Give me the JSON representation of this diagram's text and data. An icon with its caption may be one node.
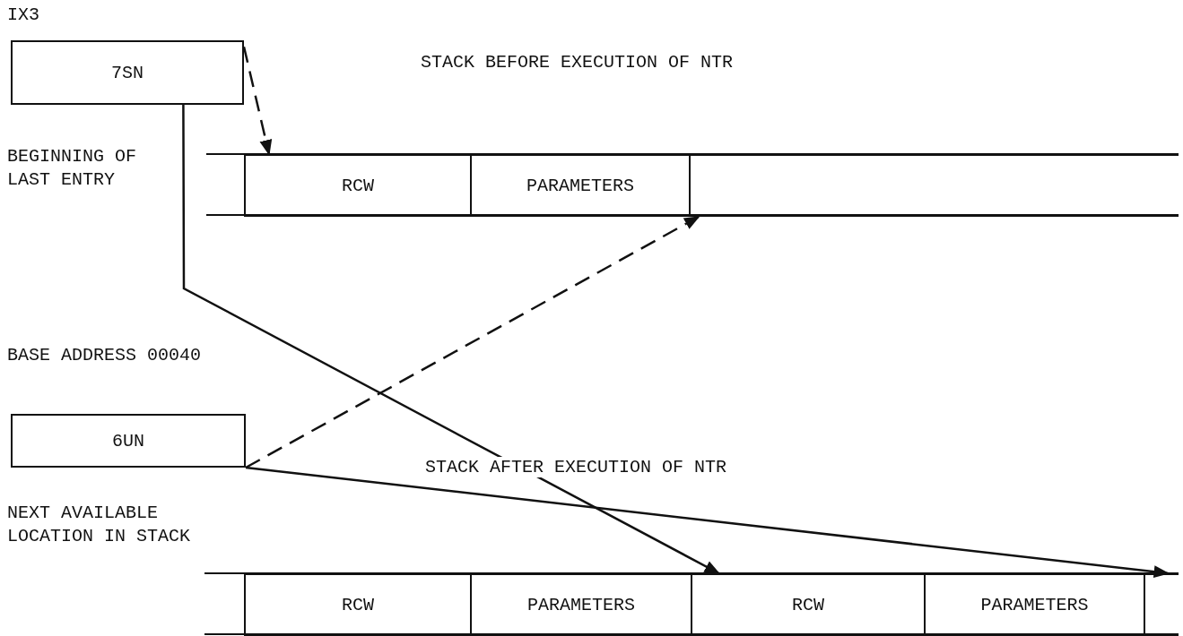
{
  "diagram": {
    "nodes": [
      {
        "text": [
          "7SN"
        ],
        "beside": [
          "IX3",
          "BEGINNING OF LAST ENTRY"
        ]
      },
      {
        "text": [
          "RCW"
        ]
      },
      {
        "text": [
          "PARAMETERS"
        ]
      },
      {
        "text": [],
        "shape": "box"
      },
      {
        "text": [
          "6UN"
        ],
        "beside": [
          "BASE ADDRESS 00040",
          "NEXT AVAILABLE LOCATION IN STACK"
        ]
      },
      {
        "text": [
          "RCW"
        ]
      },
      {
        "text": [
          "PARAMETERS"
        ]
      },
      {
        "text": [
          "RCW"
        ]
      },
      {
        "text": [
          "PARAMETERS"
        ]
      },
      {
        "text": [],
        "shape": "box"
      }
    ],
    "edges": [
      {
        "from": 0,
        "to": 1,
        "arrow": "to",
        "style": "dashed"
      },
      {
        "from": 4,
        "to": 3,
        "arrow": "to",
        "style": "dashed"
      },
      {
        "from": 0,
        "to": 7,
        "arrow": "to"
      },
      {
        "from": 4,
        "to": 9,
        "arrow": "to"
      }
    ],
    "labels": [
      "STACK BEFORE EXECUTION OF NTR",
      "STACK AFTER EXECUTION OF NTR"
    ]
  }
}
